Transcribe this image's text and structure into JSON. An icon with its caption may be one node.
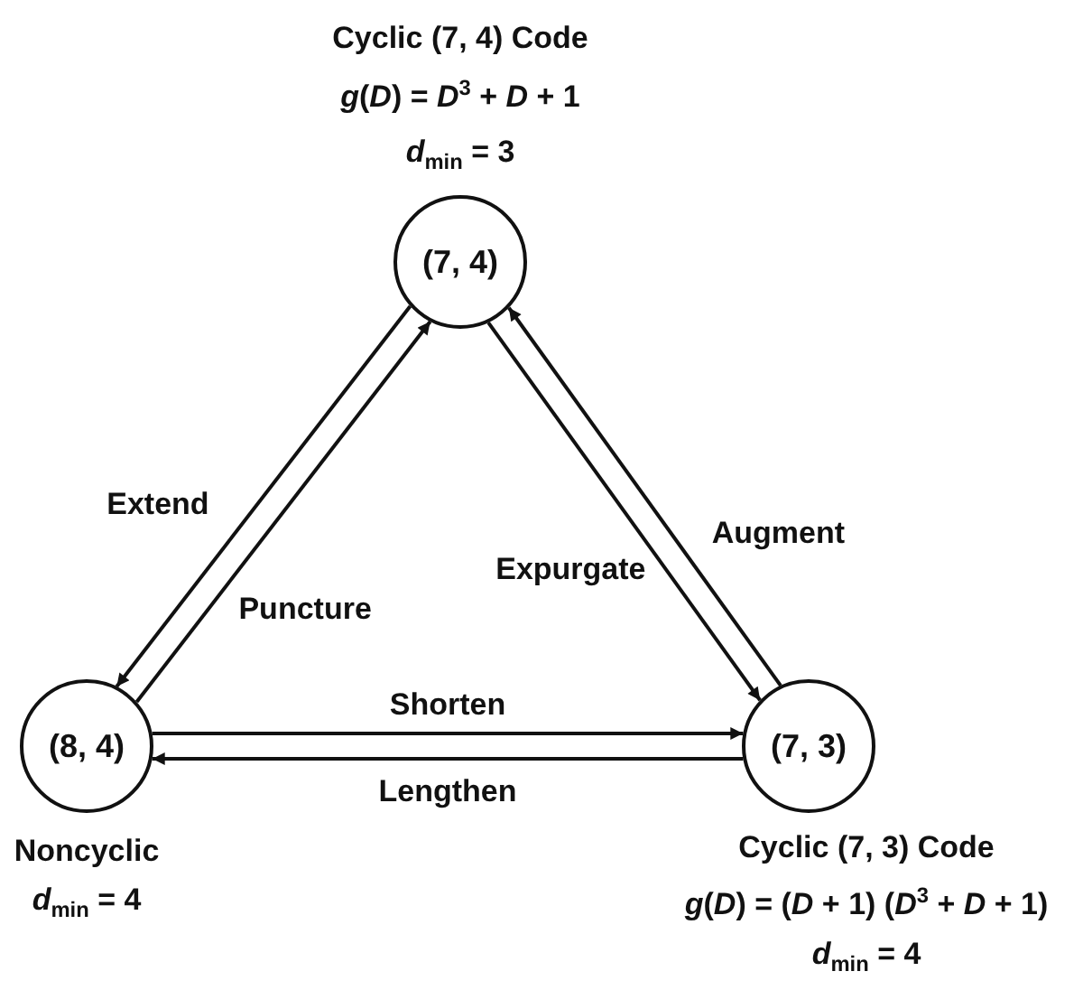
{
  "diagram": {
    "nodes": [
      {
        "text": [
          "(7, 4)"
        ],
        "beside": [
          "Cyclic (7, 4) Code",
          "*g*(*D*) = *D*$^{3}$ + *D* + 1",
          "*d*$_{min}$ = 3"
        ]
      },
      {
        "text": [
          "(8, 4)"
        ],
        "beside": [
          "Noncyclic",
          "*d*$_{min}$ = 4"
        ]
      },
      {
        "text": [
          "(7, 3)"
        ],
        "beside": [
          "Cyclic (7, 3) Code",
          "*g*(*D*) = (*D* + 1) (*D*$^{3}$ + *D* + 1)",
          "*d*$_{min}$ = 4"
        ]
      }
    ],
    "edges": [
      {
        "from": 0,
        "to": 1,
        "arrow": "to",
        "label": "Extend"
      },
      {
        "from": 1,
        "to": 0,
        "arrow": "to",
        "label": "Puncture"
      },
      {
        "from": 2,
        "to": 0,
        "arrow": "to",
        "label": "Augment"
      },
      {
        "from": 0,
        "to": 2,
        "arrow": "to",
        "label": "Expurgate"
      },
      {
        "from": 1,
        "to": 2,
        "arrow": "to",
        "label": "Shorten"
      },
      {
        "from": 2,
        "to": 1,
        "arrow": "to",
        "label": "Lengthen"
      }
    ]
  }
}
